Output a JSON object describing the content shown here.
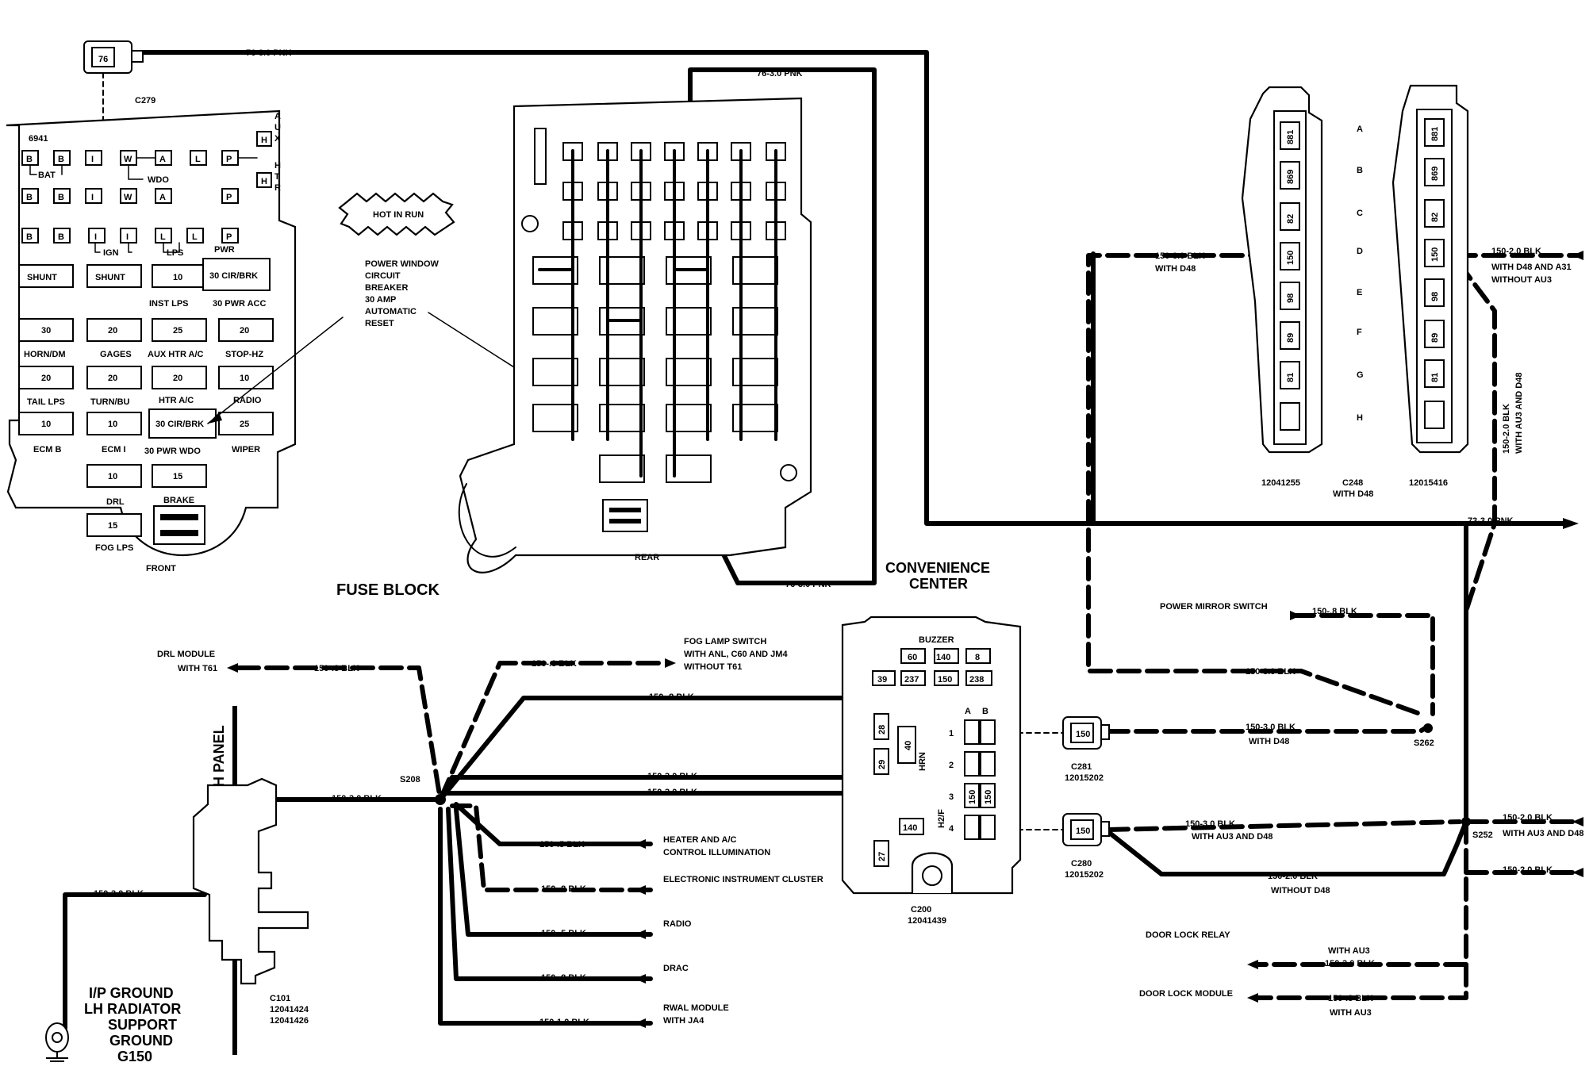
{
  "fuse_block": {
    "title": "FUSE BLOCK",
    "front_label": "FRONT",
    "rear_label": "REAR",
    "part_number": "6941",
    "aux_letters": [
      "A",
      "U",
      "X"
    ],
    "htr_letters": [
      "H",
      "T",
      "R"
    ],
    "row1": [
      "B",
      "B",
      "I",
      "W",
      "A",
      "L",
      "P"
    ],
    "row2": [
      "B",
      "B",
      "I",
      "W",
      "A",
      "P"
    ],
    "row3": [
      "B",
      "B",
      "I",
      "I",
      "L",
      "L",
      "P"
    ],
    "h_cell": "H",
    "group_labels": {
      "bat": "BAT",
      "wdo": "WDO",
      "ign": "IGN",
      "lps": "LPS",
      "pwr": "PWR"
    },
    "fuses": [
      {
        "rating": "SHUNT",
        "name": ""
      },
      {
        "rating": "SHUNT",
        "name": ""
      },
      {
        "rating": "10",
        "name": "INST LPS"
      },
      {
        "rating": "30 CIR/BRK",
        "name": "30 PWR ACC"
      },
      {
        "rating": "30",
        "name": "HORN/DM"
      },
      {
        "rating": "20",
        "name": "GAGES"
      },
      {
        "rating": "25",
        "name": "AUX HTR A/C"
      },
      {
        "rating": "20",
        "name": "STOP-HZ"
      },
      {
        "rating": "20",
        "name": "TAIL LPS"
      },
      {
        "rating": "20",
        "name": "TURN/BU"
      },
      {
        "rating": "20",
        "name": "HTR A/C"
      },
      {
        "rating": "10",
        "name": "RADIO"
      },
      {
        "rating": "10",
        "name": "ECM B"
      },
      {
        "rating": "10",
        "name": "ECM I"
      },
      {
        "rating": "30 CIR/BRK",
        "name": "30 PWR WDO"
      },
      {
        "rating": "25",
        "name": "WIPER"
      },
      {
        "rating": "10",
        "name": "DRL"
      },
      {
        "rating": "15",
        "name": "BRAKE"
      },
      {
        "rating": "15",
        "name": "FOG LPS"
      }
    ],
    "small_numbers": [
      "10",
      "10",
      "10",
      "15",
      "25",
      "10",
      "10"
    ]
  },
  "callouts": {
    "hot_in_run": "HOT IN RUN",
    "power_window": [
      "POWER WINDOW",
      "CIRCUIT",
      "BREAKER",
      "30 AMP",
      "AUTOMATIC",
      "RESET"
    ],
    "convenience_center": [
      "CONVENIENCE",
      "CENTER"
    ],
    "dash_panel": "DASH PANEL",
    "ground": [
      "I/P GROUND",
      "LH RADIATOR",
      "SUPPORT",
      "GROUND",
      "G150"
    ]
  },
  "connectors": {
    "c279": {
      "name": "C279",
      "cavity": "76"
    },
    "c248": {
      "name": "C248",
      "sub": "WITH D48",
      "left_pn": "12041255",
      "right_pn": "12015416",
      "cavities": [
        "881",
        "869",
        "82",
        "150",
        "98",
        "89",
        "81"
      ],
      "rows": [
        "A",
        "B",
        "C",
        "D",
        "E",
        "F",
        "G",
        "H"
      ]
    },
    "c281": {
      "name": "C281",
      "pn": "12015202",
      "cavity": "150"
    },
    "c280": {
      "name": "C280",
      "pn": "12015202",
      "cavity": "150"
    },
    "c200": {
      "name": "C200",
      "pn": "12041439"
    },
    "c101": {
      "name": "C101",
      "pn1": "12041424",
      "pn2": "12041426"
    },
    "s208": "S208",
    "s262": "S262",
    "s252": "S252"
  },
  "convenience_center": {
    "buzzer": "BUZZER",
    "top_row": [
      "60",
      "140",
      "8"
    ],
    "second_row": [
      "39",
      "237",
      "150",
      "238"
    ],
    "cols": [
      "A",
      "B"
    ],
    "rows": [
      "1",
      "2",
      "3",
      "4"
    ],
    "left_slots": [
      "28",
      "40",
      "29",
      "HRN",
      "H2/F",
      "140",
      "27"
    ],
    "pos_150": [
      "150",
      "150"
    ]
  },
  "wires": {
    "pnk_top": "76-3.0 PNK",
    "pnk_block_top": "76-3.0 PNK",
    "pnk_block_bottom": "76-3.0 PNK",
    "pnk_right": "73-3.0 PNK",
    "c248_left": [
      "150-3.0 BLK",
      "WITH D48"
    ],
    "c248_right": [
      "150-2.0 BLK",
      "WITH D48 AND A31",
      "WITHOUT AU3"
    ],
    "c248_vertical": [
      "150-2.0 BLK",
      "WITH AU3 AND D48"
    ],
    "mirror": {
      "dest": "POWER MIRROR SWITCH",
      "wire": "150-.8 BLK"
    },
    "loop_150": "150-3.0 BLK",
    "c281_wire": [
      "150-3.0 BLK",
      "WITH D48"
    ],
    "c280_wire1": [
      "150-3.0 BLK",
      "WITH AU3 AND D48"
    ],
    "c280_wire2": [
      "150-2.0 BLK",
      "WITHOUT D48"
    ],
    "s252_right1": [
      "150-2.0 BLK",
      "WITH AU3 AND D48"
    ],
    "s252_right2": "150-2.0 BLK",
    "door_relay": {
      "dest": "DOOR LOCK RELAY",
      "wire": "150-3.0 BLK",
      "sub": "WITH AU3"
    },
    "door_module": {
      "dest": "DOOR LOCK MODULE",
      "wire": "150-.8 BLK",
      "sub": "WITH AU3"
    },
    "drl": {
      "dest": [
        "DRL MODULE",
        "WITH T61"
      ],
      "wire": "150-.8 BLK"
    },
    "fog": {
      "dest": [
        "FOG LAMP SWITCH",
        "WITH ANL, C60 AND JM4",
        "WITHOUT T61"
      ],
      "wire": "150-.8 BLK"
    },
    "to_cc": "150-.8 BLK",
    "to_cc2": "150-3.0 BLK",
    "to_cc3": "150-3.0 BLK",
    "c101_wire": "150-3.0 BLK",
    "ground_wire": "150-3.0 BLK",
    "heater": {
      "dest": [
        "HEATER AND A/C",
        "CONTROL ILLUMINATION"
      ],
      "wire": "150-.5 BLK"
    },
    "eic": {
      "dest": "ELECTRONIC INSTRUMENT CLUSTER",
      "wire": "150-.8 BLK"
    },
    "radio": {
      "dest": "RADIO",
      "wire": "150-.5 BLK"
    },
    "drac": {
      "dest": "DRAC",
      "wire": "150-.8 BLK"
    },
    "rwal": {
      "dest": [
        "RWAL MODULE",
        "WITH JA4"
      ],
      "wire": "150-1.0 BLK"
    }
  }
}
